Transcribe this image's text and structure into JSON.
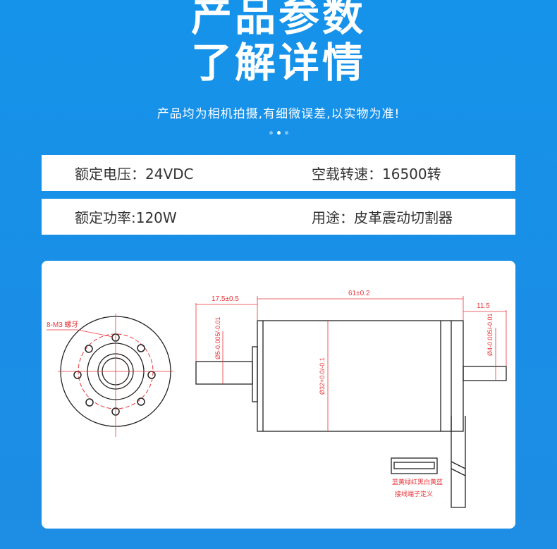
{
  "header": {
    "title_line1": "产品参数",
    "title_line2": "了解详情",
    "subtitle": "产品均为相机拍摄,有细微误差,以实物为准!",
    "carousel_dots": 3,
    "carousel_active": 2
  },
  "specs": [
    {
      "left": "额定电压：24VDC",
      "right": "空载转速：16500转"
    },
    {
      "left": "额定功率:120W",
      "right": "用途：皮革震动切割器"
    }
  ],
  "drawing": {
    "flange_label": "8-M3 螺牙",
    "dim_shaft_length": "17.5±0.5",
    "dim_body_length": "61±0.2",
    "dim_rear_shaft": "11.5",
    "dim_shaft_dia": "Ø5-0.005/-0.01",
    "dim_body_dia": "Ø32+0.0/-0.1",
    "dim_rear_dia": "Ø4-0.005/-0.01",
    "wire_colors": "蓝黄绿红黑白黄蓝",
    "terminal_caption": "接线端子定义"
  },
  "colors": {
    "background": "#1a8ee6",
    "dimension": "#e8353a",
    "outline": "#222222"
  }
}
